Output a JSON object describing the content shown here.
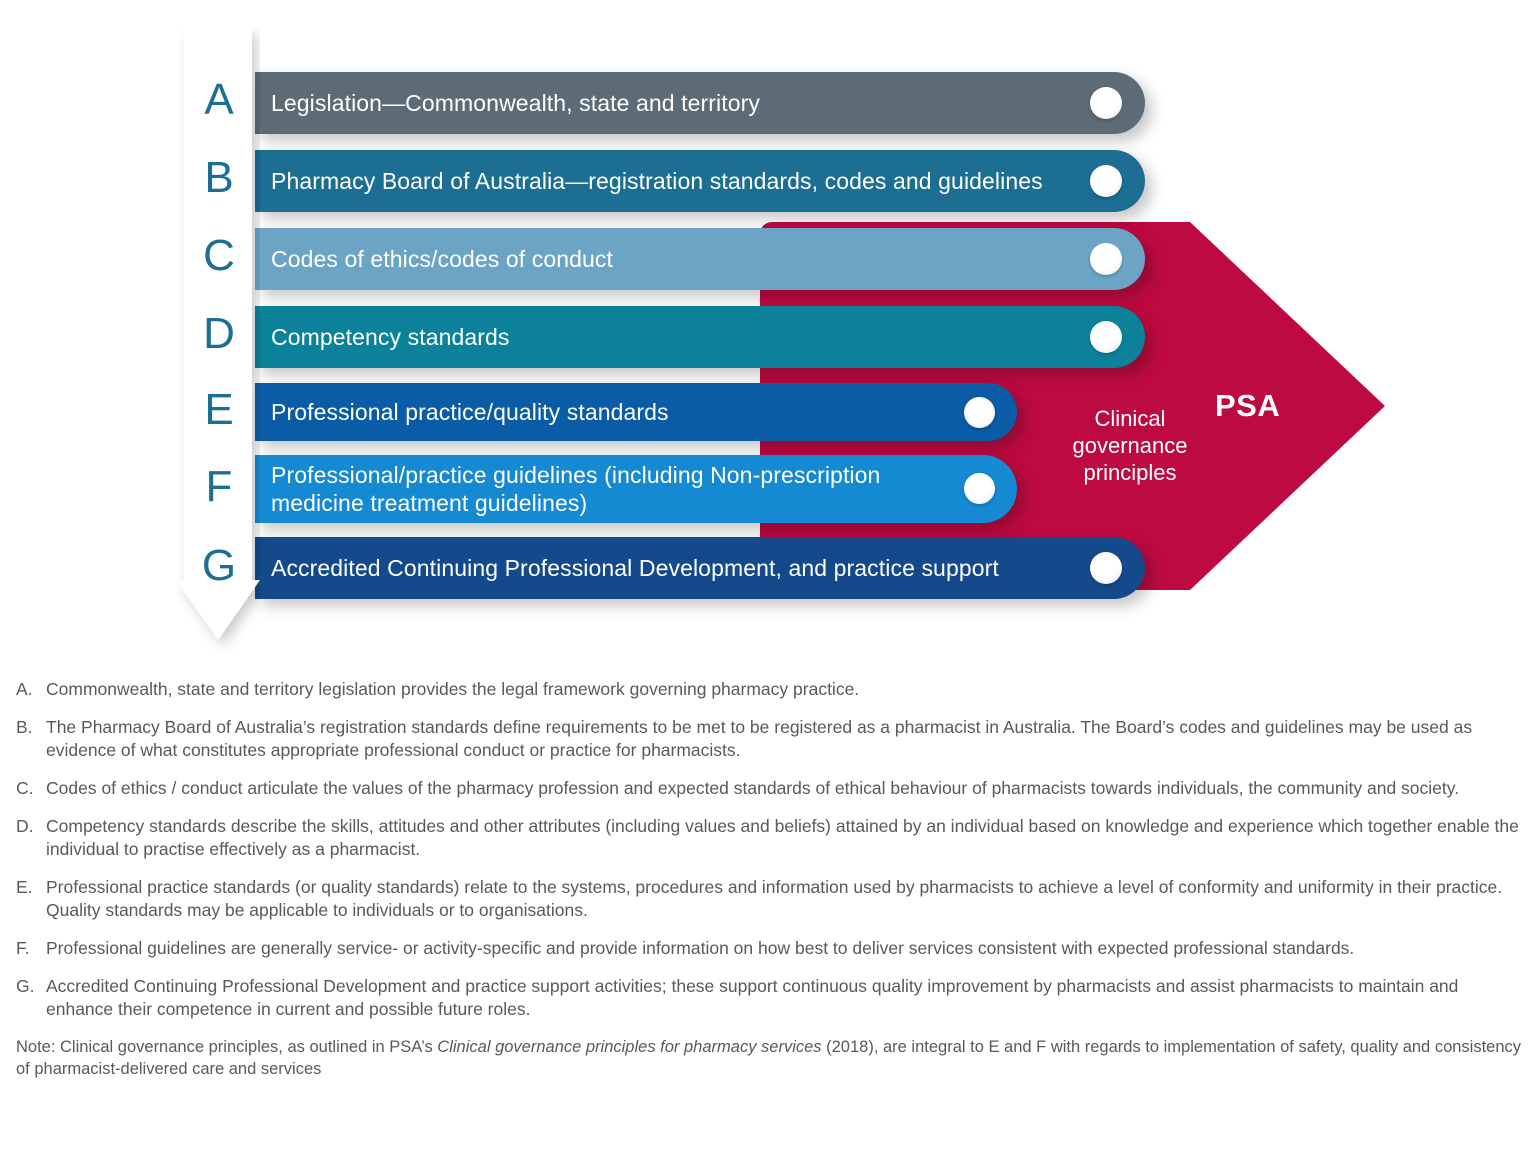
{
  "diagram": {
    "psa_label": "PSA",
    "clinical_governance_label": "Clinical\ngovernance\nprinciples",
    "accent_red": "#bd0a40",
    "letter_color": "#1c6e93",
    "rows": [
      {
        "letter": "A",
        "label": "Legislation—Commonwealth, state and territory",
        "color": "#5d6b76"
      },
      {
        "letter": "B",
        "label": "Pharmacy Board of Australia—registration standards, codes and guidelines",
        "color": "#1c6e93"
      },
      {
        "letter": "C",
        "label": "Codes of ethics/codes of conduct",
        "color": "#6ba4c4"
      },
      {
        "letter": "D",
        "label": "Competency standards",
        "color": "#0b8299"
      },
      {
        "letter": "E",
        "label": "Professional practice/quality standards",
        "color": "#0b5ca6"
      },
      {
        "letter": "F",
        "label": "Professional/practice guidelines (including Non-prescription\nmedicine treatment guidelines)",
        "color": "#1589d2"
      },
      {
        "letter": "G",
        "label": "Accredited Continuing Professional Development, and practice support",
        "color": "#144a8c"
      }
    ]
  },
  "notes": {
    "items": [
      {
        "key": "A.",
        "text": "Commonwealth, state and territory legislation provides the legal framework governing pharmacy practice."
      },
      {
        "key": "B.",
        "text": "The Pharmacy Board of Australia’s registration standards define requirements to be met to be registered as a pharmacist in Australia. The Board’s codes and guidelines may be used as evidence of what constitutes appropriate professional conduct or practice for pharmacists."
      },
      {
        "key": "C.",
        "text": "Codes of ethics / conduct articulate the values of the pharmacy profession and expected standards of ethical behaviour of pharmacists towards individuals, the community and society."
      },
      {
        "key": "D.",
        "text": "Competency standards describe the skills, attitudes and other attributes (including values and beliefs) attained by an individual based on knowledge and experience which together enable the individual to practise effectively as a pharmacist."
      },
      {
        "key": "E.",
        "text": "Professional practice standards (or quality standards) relate to the systems, procedures and information used by pharmacists to achieve a level of conformity and uniformity in their practice. Quality standards may be applicable to individuals or to organisations."
      },
      {
        "key": "F.",
        "text": "Professional guidelines are generally service- or activity-specific and provide information on how best to deliver services consistent with expected professional standards."
      },
      {
        "key": "G.",
        "text": "Accredited Continuing Professional Development and practice support activities; these support continuous quality improvement by pharmacists and assist pharmacists to maintain and enhance their competence in current and possible future roles."
      }
    ],
    "final_note": {
      "lead": "Note: Clinical governance principles, as outlined in PSA’s ",
      "title_italic": "Clinical governance principles for pharmacy services",
      "tail": " (2018), are integral to E and F with regards to implementation of safety, quality and consistency of pharmacist-delivered care and services"
    }
  }
}
